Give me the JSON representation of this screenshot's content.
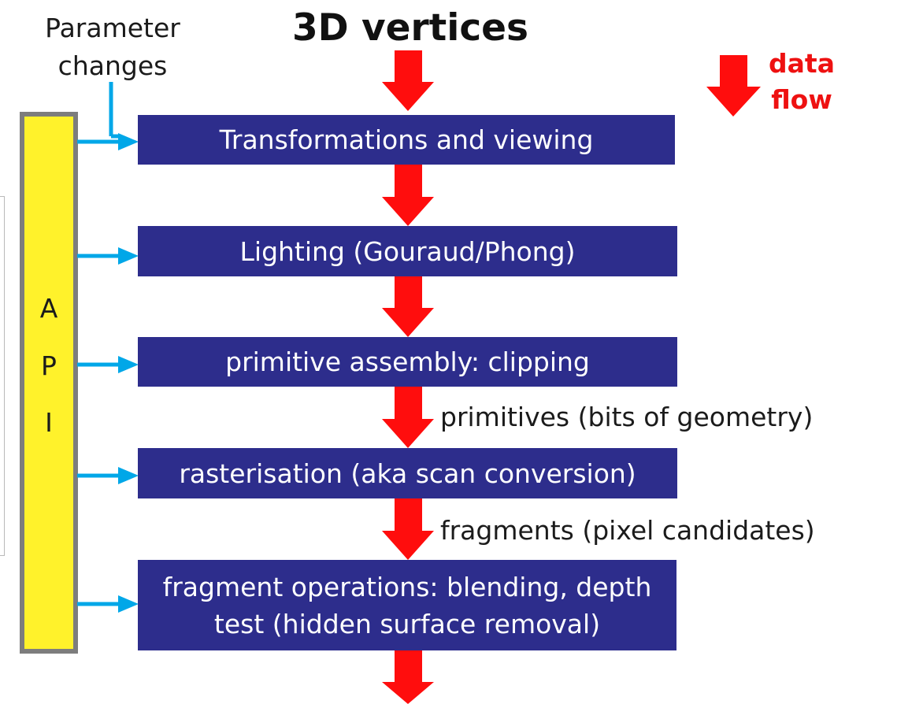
{
  "title": "3D vertices",
  "parameter_label": [
    "Parameter",
    "changes"
  ],
  "legend": {
    "label": [
      "data",
      "flow"
    ],
    "arrow_color": "#ff0d0d"
  },
  "api": {
    "letters": [
      "A",
      "P",
      "I"
    ],
    "bar_color": "#fff22b",
    "border_color": "#7d7d7d"
  },
  "stages": [
    {
      "label": "Transformations and viewing"
    },
    {
      "label": "Lighting (Gouraud/Phong)"
    },
    {
      "label": "primitive assembly: clipping"
    },
    {
      "label": "rasterisation (aka scan conversion)"
    },
    {
      "label": "fragment operations: blending, depth test (hidden surface removal)"
    }
  ],
  "flow_labels": [
    "primitives (bits of geometry)",
    "fragments (pixel candidates)"
  ],
  "colors": {
    "stage_fill": "#2d2d8c",
    "stage_text": "#ffffff",
    "connector": "#00a7e8",
    "flow_arrow": "#ff0d0d"
  }
}
